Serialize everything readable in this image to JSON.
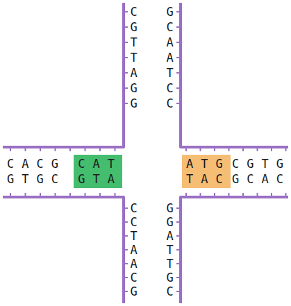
{
  "diagram": {
    "nodes": [
      {
        "text": [
          "CAT",
          "GTA"
        ]
      },
      {
        "text": [
          "ATG",
          "TAC"
        ]
      }
    ],
    "labels": [
      "CGTTAGG",
      "GCAATCC",
      "CACG",
      "GTGC",
      "CGTG",
      "GCAC",
      "CCTAACG",
      "GGATTGC"
    ]
  }
}
